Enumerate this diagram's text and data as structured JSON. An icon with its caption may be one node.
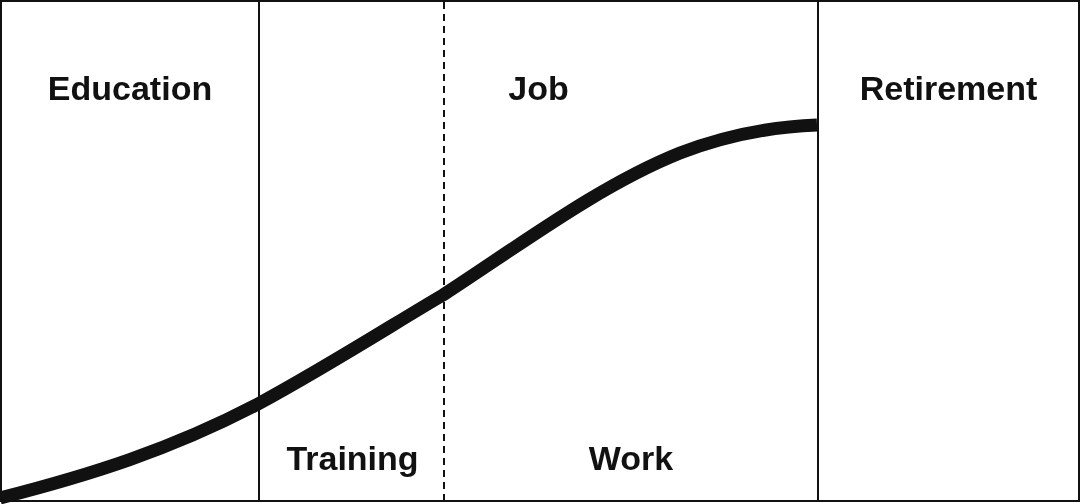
{
  "diagram": {
    "nodes": [
      {
        "text": [
          "Education"
        ]
      },
      {
        "text": [
          "Job"
        ]
      },
      {
        "text": [
          "Training"
        ],
        "in": 1
      },
      {
        "text": [
          "Work"
        ],
        "in": 1
      },
      {
        "text": [
          "Retirement"
        ]
      }
    ]
  }
}
